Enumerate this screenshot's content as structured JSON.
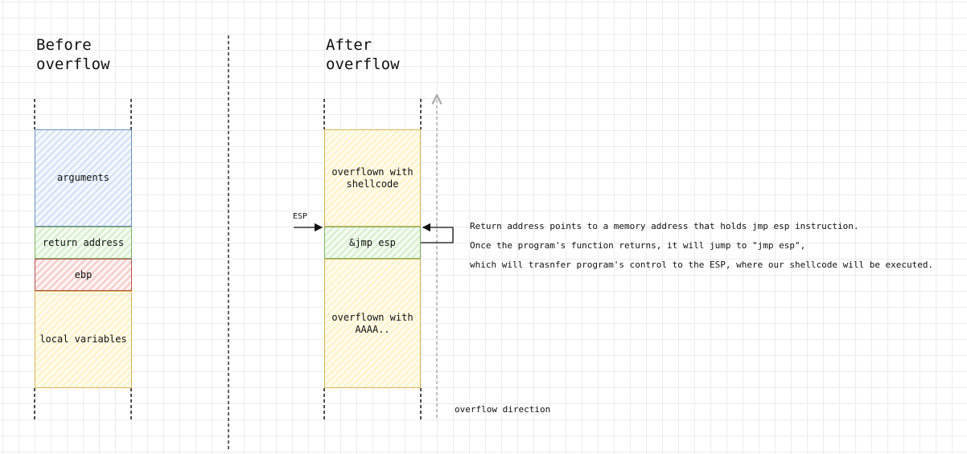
{
  "before": {
    "title": "Before\noverflow",
    "blocks": [
      {
        "label": "arguments",
        "color": "#6c8ebf"
      },
      {
        "label": "return address",
        "color": "#82b366"
      },
      {
        "label": "ebp",
        "color": "#b85450"
      },
      {
        "label": "local variables",
        "color": "#d6b656"
      }
    ]
  },
  "after": {
    "title": "After\noverflow",
    "blocks": [
      {
        "label": "overflown with\nshellcode",
        "color": "#d6b656"
      },
      {
        "label": "&jmp esp",
        "color": "#82b366"
      },
      {
        "label": "overflown with\nAAAA..",
        "color": "#d6b656"
      }
    ],
    "esp_label": "ESP",
    "direction_label": "overflow direction"
  },
  "notes": [
    "Return address points to a memory address that holds jmp esp instruction.",
    "Once the program's function returns, it will jump to \"jmp esp\",",
    "which will trasnfer program's control to the ESP, where our shellcode will be executed."
  ]
}
